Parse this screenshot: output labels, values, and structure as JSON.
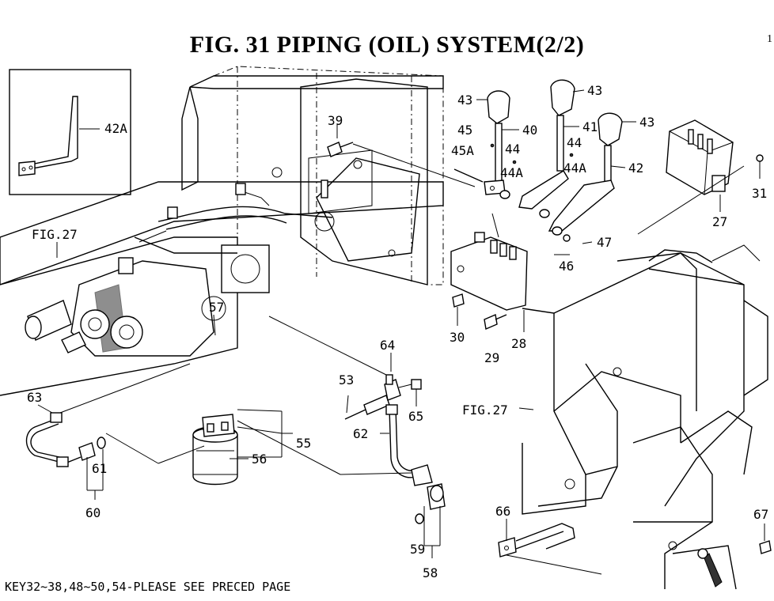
{
  "figure": {
    "title": "FIG. 31  PIPING (OIL) SYSTEM(2/2)",
    "page_mark": "1",
    "footnote": "KEY32~38,48~50,54-PLEASE SEE PRECED PAGE"
  },
  "references": {
    "fig27_left": "FIG.27",
    "fig27_right": "FIG.27"
  },
  "callouts": [
    "42A",
    "39",
    "43",
    "43",
    "43",
    "45",
    "45A",
    "40",
    "41",
    "44",
    "44A",
    "44",
    "44A",
    "42",
    "31",
    "27",
    "47",
    "46",
    "30",
    "29",
    "28",
    "57",
    "64",
    "53",
    "65",
    "62",
    "55",
    "56",
    "63",
    "61",
    "60",
    "59",
    "58",
    "66",
    "67"
  ]
}
